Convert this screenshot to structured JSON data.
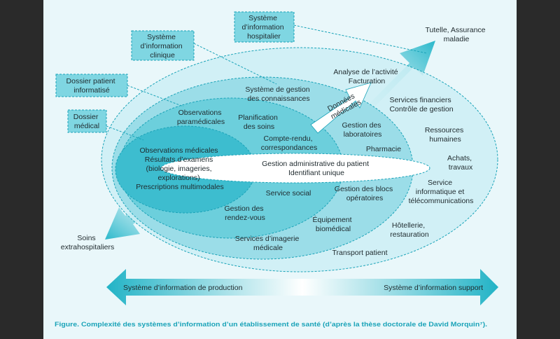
{
  "boxes": {
    "hospitalier": [
      "Système",
      "d’information",
      "hospitalier"
    ],
    "clinique": [
      "Système",
      "d’information",
      "clinique"
    ],
    "dossier_informatise": [
      "Dossier patient",
      "informatisé"
    ],
    "dossier_medical": [
      "Dossier",
      "médical"
    ]
  },
  "outer": {
    "tutelle": [
      "Tutelle, Assurance",
      "maladie"
    ],
    "soins_extra": [
      "Soins",
      "extrahospitaliers"
    ]
  },
  "labels": {
    "analyse": [
      "Analyse de l’activité",
      "Facturation"
    ],
    "connaissances": [
      "Système de gestion",
      "des connaissances"
    ],
    "donnees": [
      "Données",
      "médicales"
    ],
    "services_financiers": [
      "Services financiers",
      "Contrôle de gestion"
    ],
    "ressources": [
      "Ressources",
      "humaines"
    ],
    "achats": [
      "Achats,",
      "travaux"
    ],
    "service_info": [
      "Service",
      "informatique et",
      "télécommunications"
    ],
    "hotellerie": [
      "Hôtellerie,",
      "restauration"
    ],
    "transport": [
      "Transport patient"
    ],
    "equipement": [
      "Équipement",
      "biomédical"
    ],
    "blocs": [
      "Gestion des blocs",
      "opératoires"
    ],
    "laboratoires": [
      "Gestion des",
      "laboratoires"
    ],
    "pharmacie": [
      "Pharmacie"
    ],
    "obs_para": [
      "Observations",
      "paramédicales"
    ],
    "planification": [
      "Planification",
      "des soins"
    ],
    "compte_rendu": [
      "Compte-rendu,",
      "correspondances"
    ],
    "gestion_admin": [
      "Gestion administrative du patient",
      "Identifiant unique"
    ],
    "obs_medicales": [
      "Observations médicales",
      "Résultats d’examens",
      "(biologie, imageries,",
      "explorations)",
      "Prescriptions multimodales"
    ],
    "service_social": [
      "Service social"
    ],
    "rdv": [
      "Gestion des",
      "rendez-vous"
    ],
    "imagerie": [
      "Services d’imagerie",
      "médicale"
    ]
  },
  "arrow": {
    "left": "Système d’information de production",
    "right": "Système d’information support"
  },
  "caption": "Figure. Complexité des systèmes d’information d’un établissement de santé (d’après la thèse doctorale de David Morquin⁷).",
  "colors": {
    "background": "#2a2a2a",
    "card": "#e9f7fa",
    "outer_ellipse": "#cdeef4",
    "middle_ellipse": "#9bdde8",
    "inner_ellipse": "#6ccfdc",
    "core_ellipse": "#3dbdcf",
    "box_fill": "#7fd6e2",
    "dash": "#1aa3b8",
    "caption": "#1aa3b8"
  }
}
